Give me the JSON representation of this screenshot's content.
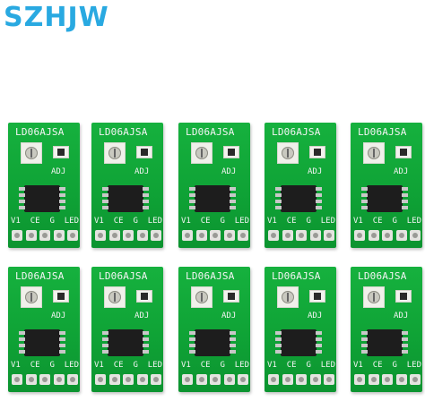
{
  "brand": {
    "logo_text": "SZHJW",
    "color": "#29a9e1"
  },
  "board": {
    "model": "LD06AJSA",
    "adj_label": "ADJ",
    "pin_labels": [
      "V1",
      "CE",
      "G",
      "LED"
    ],
    "color": "#12a83a"
  },
  "grid": {
    "rows": 2,
    "columns": 5
  }
}
